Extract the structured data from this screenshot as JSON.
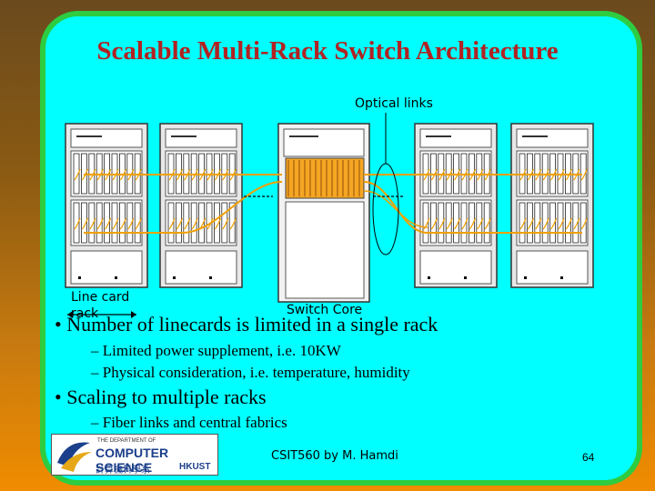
{
  "title": "Scalable Multi-Rack Switch Architecture",
  "labels": {
    "optical_links": "Optical links",
    "line_card_rack": "Line card rack",
    "switch_core": "Switch Core"
  },
  "bullets": [
    {
      "text": "Number of linecards is limited in a single rack",
      "subs": [
        "Limited power supplement, i.e. 10KW",
        "Physical consideration, i.e. temperature, humidity"
      ]
    },
    {
      "text": "Scaling to multiple racks",
      "subs": [
        "Fiber links and central fabrics"
      ]
    }
  ],
  "footer": {
    "center": "CSIT560 by M. Hamdi",
    "page": "64",
    "logo": {
      "line1": "THE DEPARTMENT OF",
      "line2": "COMPUTER SCIENCE",
      "line3": "計算機科學系",
      "line4": "HKUST"
    }
  },
  "colors": {
    "background": "#00ffff",
    "border": "#2ecc40",
    "title": "#b22222",
    "link": "#f0a000"
  }
}
